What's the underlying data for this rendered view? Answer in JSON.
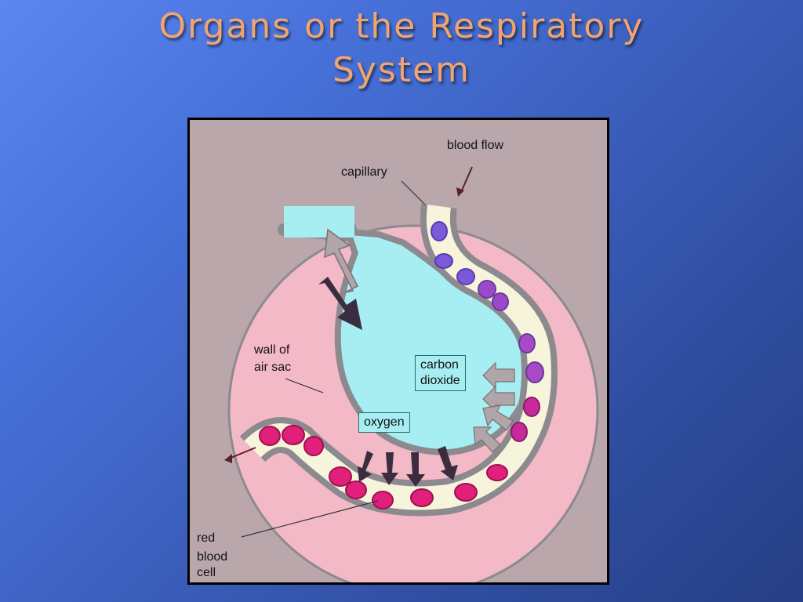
{
  "slide": {
    "title_line1": "Organs or the Respiratory",
    "title_line2": "System"
  },
  "diagram": {
    "labels": {
      "blood_flow": "blood flow",
      "capillary": "capillary",
      "wall_of_air_sac_1": "wall of",
      "wall_of_air_sac_2": "air sac",
      "carbon_dioxide_1": "carbon",
      "carbon_dioxide_2": "dioxide",
      "oxygen": "oxygen",
      "red_blood_cell_1": "red",
      "red_blood_cell_2": "blood",
      "red_blood_cell_3": "cell"
    },
    "colors": {
      "panel": "#b9a7ac",
      "circle": "#f3b9c6",
      "air_sac": "#a6eef2",
      "capillary": "#f7f4dc",
      "wall": "#8d8a8f",
      "rbc_deoxygenated": "#7a5ad8",
      "rbc_oxygenated": "#e0207a"
    }
  }
}
